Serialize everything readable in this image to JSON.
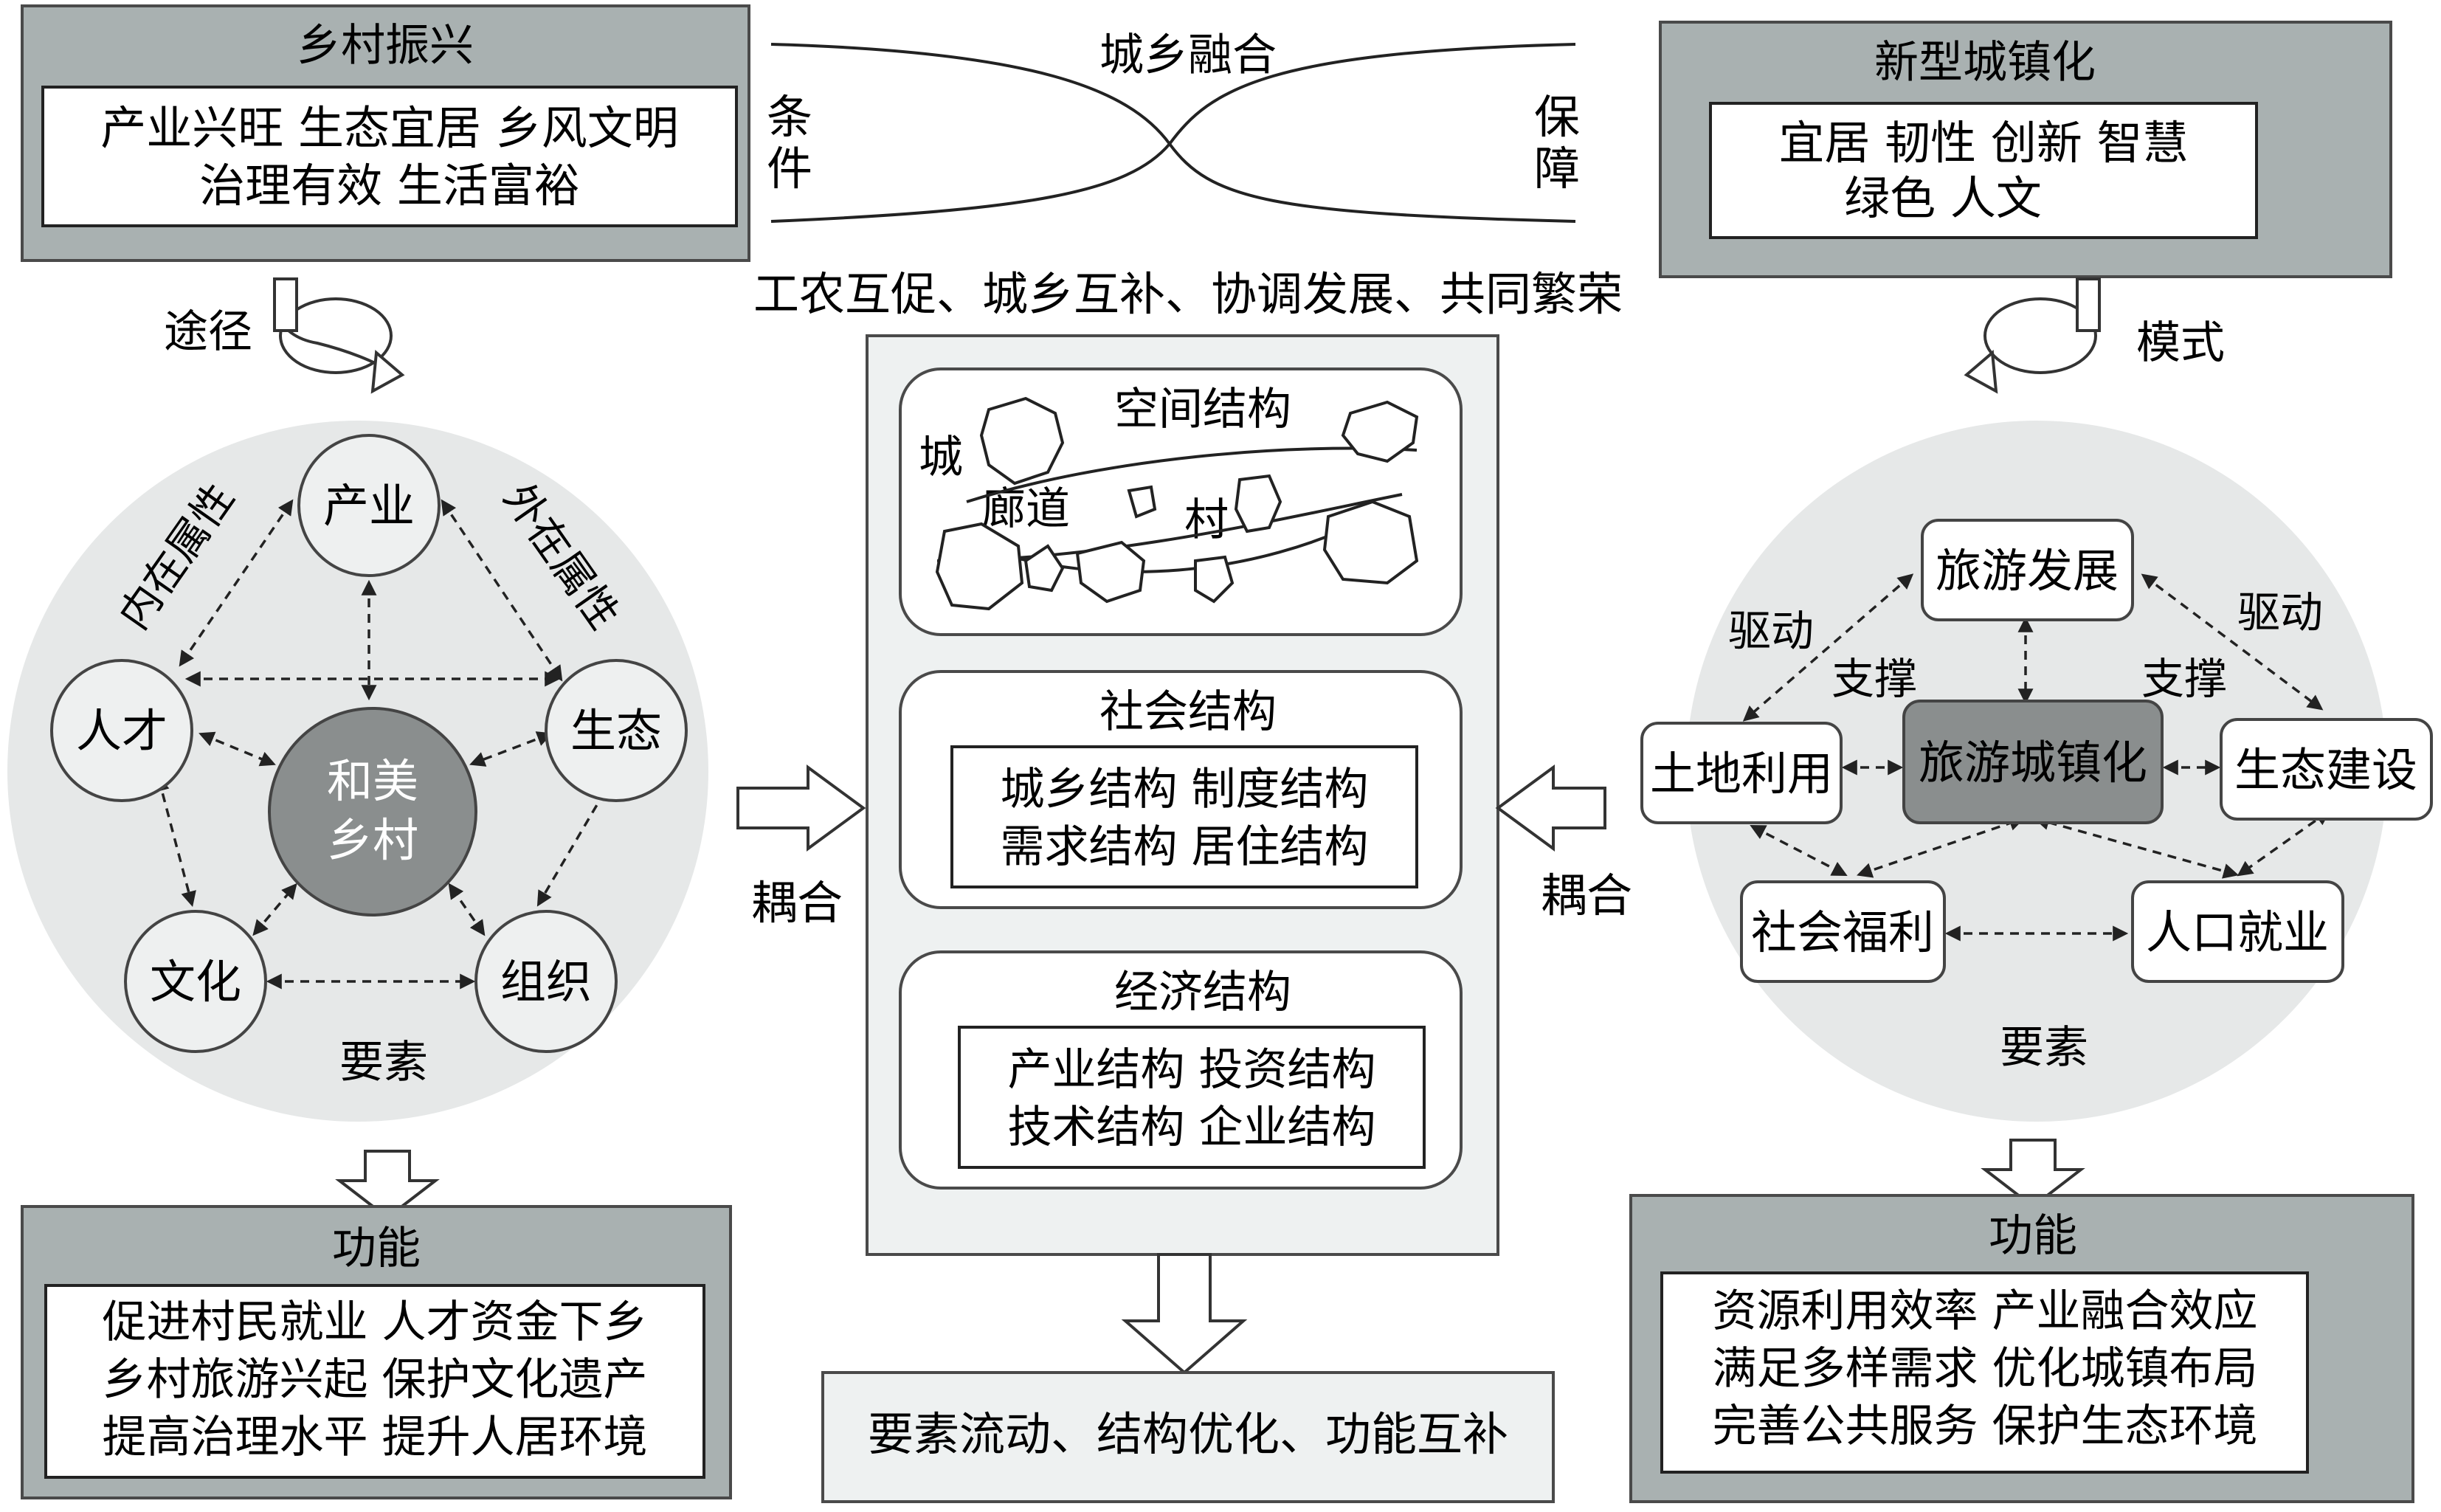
{
  "left": {
    "title": "乡村振兴",
    "goals_line1": "产业兴旺  生态宜居  乡风文明",
    "goals_line2": "治理有效  生活富裕",
    "path_label": "途径",
    "center_line1": "和美",
    "center_line2": "乡村",
    "nodes": {
      "industry": "产业",
      "talent": "人才",
      "ecology": "生态",
      "culture": "文化",
      "organization": "组织"
    },
    "inner_attr": "内在属性",
    "outer_attr": "外在属性",
    "elements_label": "要素",
    "function_title": "功能",
    "functions": [
      "促进村民就业 人才资金下乡",
      "乡村旅游兴起 保护文化遗产",
      "提高治理水平 提升人居环境"
    ]
  },
  "right": {
    "title": "新型城镇化",
    "goals_line1": "宜居  韧性  创新  智慧",
    "goals_line2": "绿色  人文",
    "mode_label": "模式",
    "nodes": {
      "tourism": "旅游发展",
      "land": "土地利用",
      "center": "旅游城镇化",
      "eco": "生态建设",
      "welfare": "社会福利",
      "employment": "人口就业"
    },
    "drive_left": "驱动",
    "drive_right": "驱动",
    "support_left": "支撑",
    "support_right": "支撑",
    "elements_label": "要素",
    "function_title": "功能",
    "functions": [
      "资源利用效率  产业融合效应",
      "满足多样需求  优化城镇布局",
      "完善公共服务  保护生态环境"
    ]
  },
  "top": {
    "fusion": "城乡融合",
    "condition": "条件",
    "guarantee": "保障",
    "slogan": "工农互促、城乡互补、协调发展、共同繁荣"
  },
  "center": {
    "spatial_title": "空间结构",
    "city": "城",
    "corridor": "廊道",
    "village": "村",
    "social_title": "社会结构",
    "social_line1": "城乡结构  制度结构",
    "social_line2": "需求结构  居住结构",
    "economic_title": "经济结构",
    "economic_line1": "产业结构  投资结构",
    "economic_line2": "技术结构  企业结构",
    "coupling_left": "耦合",
    "coupling_right": "耦合",
    "result": "要素流动、结构优化、功能互补"
  },
  "colors": {
    "header_fill": "#a9b1b1",
    "panel_fill": "#eef1f1",
    "circle_bg": "#e6e8e8",
    "center_fill": "#8a8e8e",
    "stroke": "#4a4a4a"
  }
}
